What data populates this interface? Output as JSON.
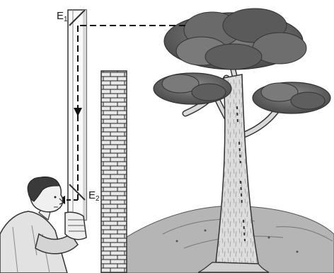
{
  "labels": {
    "mirror_top": {
      "letter": "E",
      "sub": "1"
    },
    "mirror_bottom": {
      "letter": "E",
      "sub": "2"
    }
  },
  "colors": {
    "ink": "#1a1a1a",
    "foliage": "#5f5f5f",
    "foliage_light": "#9a9a9a",
    "trunk": "#d9d9d9",
    "brick": "#e6e6e6",
    "ground": "#8c8c8c"
  },
  "icons": {
    "observer": "person-looking-through-periscope",
    "periscope": "periscope-tube",
    "wall": "brick-wall",
    "tree": "tree",
    "light_path": "dashed-arrow-path"
  }
}
